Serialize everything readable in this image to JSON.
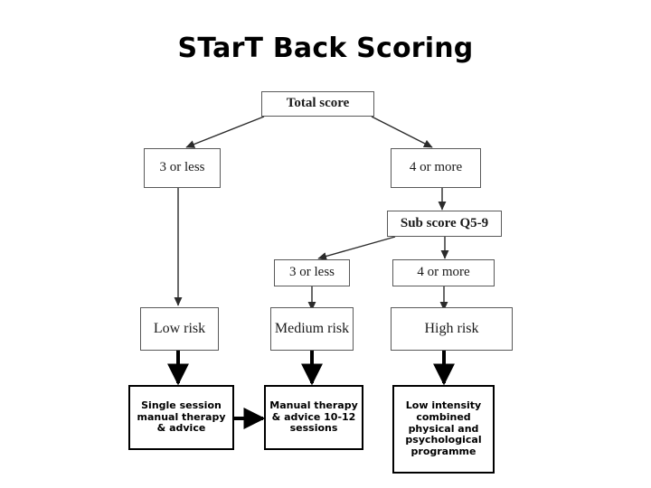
{
  "title": "STarT Back Scoring",
  "diagram": {
    "type": "flowchart",
    "nodes": {
      "total_score": "Total score",
      "branch_low": "3 or less",
      "branch_high": "4 or more",
      "sub_score": "Sub score Q5-9",
      "sub_low": "3 or less",
      "sub_high": "4 or more",
      "low_risk": "Low risk",
      "medium_risk": "Medium risk",
      "high_risk": "High risk",
      "treat_low": {
        "line1": "Single session",
        "line2": "manual therapy",
        "line3": "& advice"
      },
      "treat_medium": {
        "line1": "Manual therapy",
        "line2": "& advice 10-12",
        "line3": "sessions"
      },
      "treat_high": {
        "line1": "Low intensity",
        "line2": "combined",
        "line3": "physical and",
        "line4": "psychological",
        "line5": "programme"
      }
    },
    "colors": {
      "thin_border": "#595959",
      "thick_border": "#000000",
      "background": "#ffffff",
      "text": "#000000"
    }
  }
}
